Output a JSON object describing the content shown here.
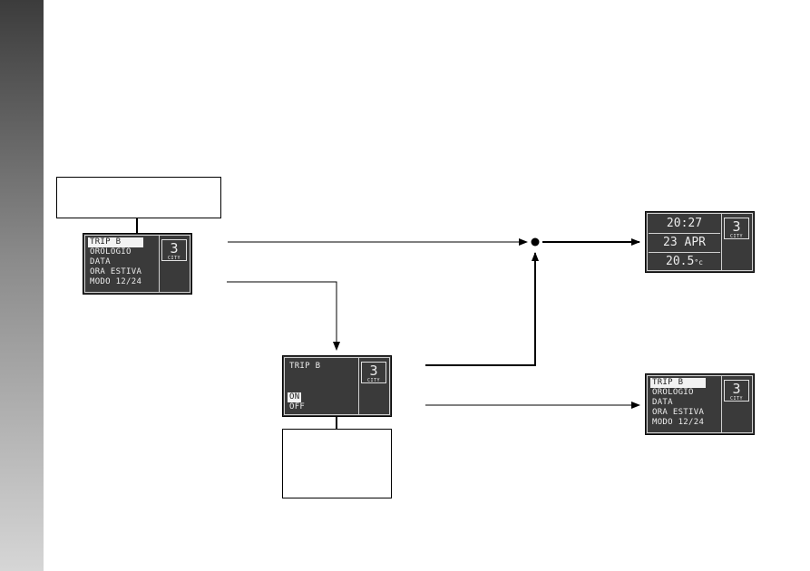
{
  "main_menu": {
    "items": [
      "TRIP B",
      "OROLOGIO",
      "DATA",
      "ORA ESTIVA",
      "MODO 12/24"
    ],
    "badge_number": "3",
    "badge_mode": "CITY"
  },
  "trip_screen": {
    "title": "TRIP B",
    "options": [
      "ON",
      "OFF"
    ],
    "badge_number": "3",
    "badge_mode": "CITY"
  },
  "standard_screen": {
    "time": "20:27",
    "date": "23 APR",
    "temperature": "20.5",
    "temperature_unit": "°c",
    "badge_number": "3",
    "badge_mode": "CITY"
  },
  "return_menu": {
    "items": [
      "TRIP B",
      "OROLOGIO",
      "DATA",
      "ORA ESTIVA",
      "MODO 12/24"
    ],
    "badge_number": "3",
    "badge_mode": "CITY"
  },
  "colors": {
    "lcd_background": "#3a3a3a",
    "lcd_text": "#ececec"
  }
}
